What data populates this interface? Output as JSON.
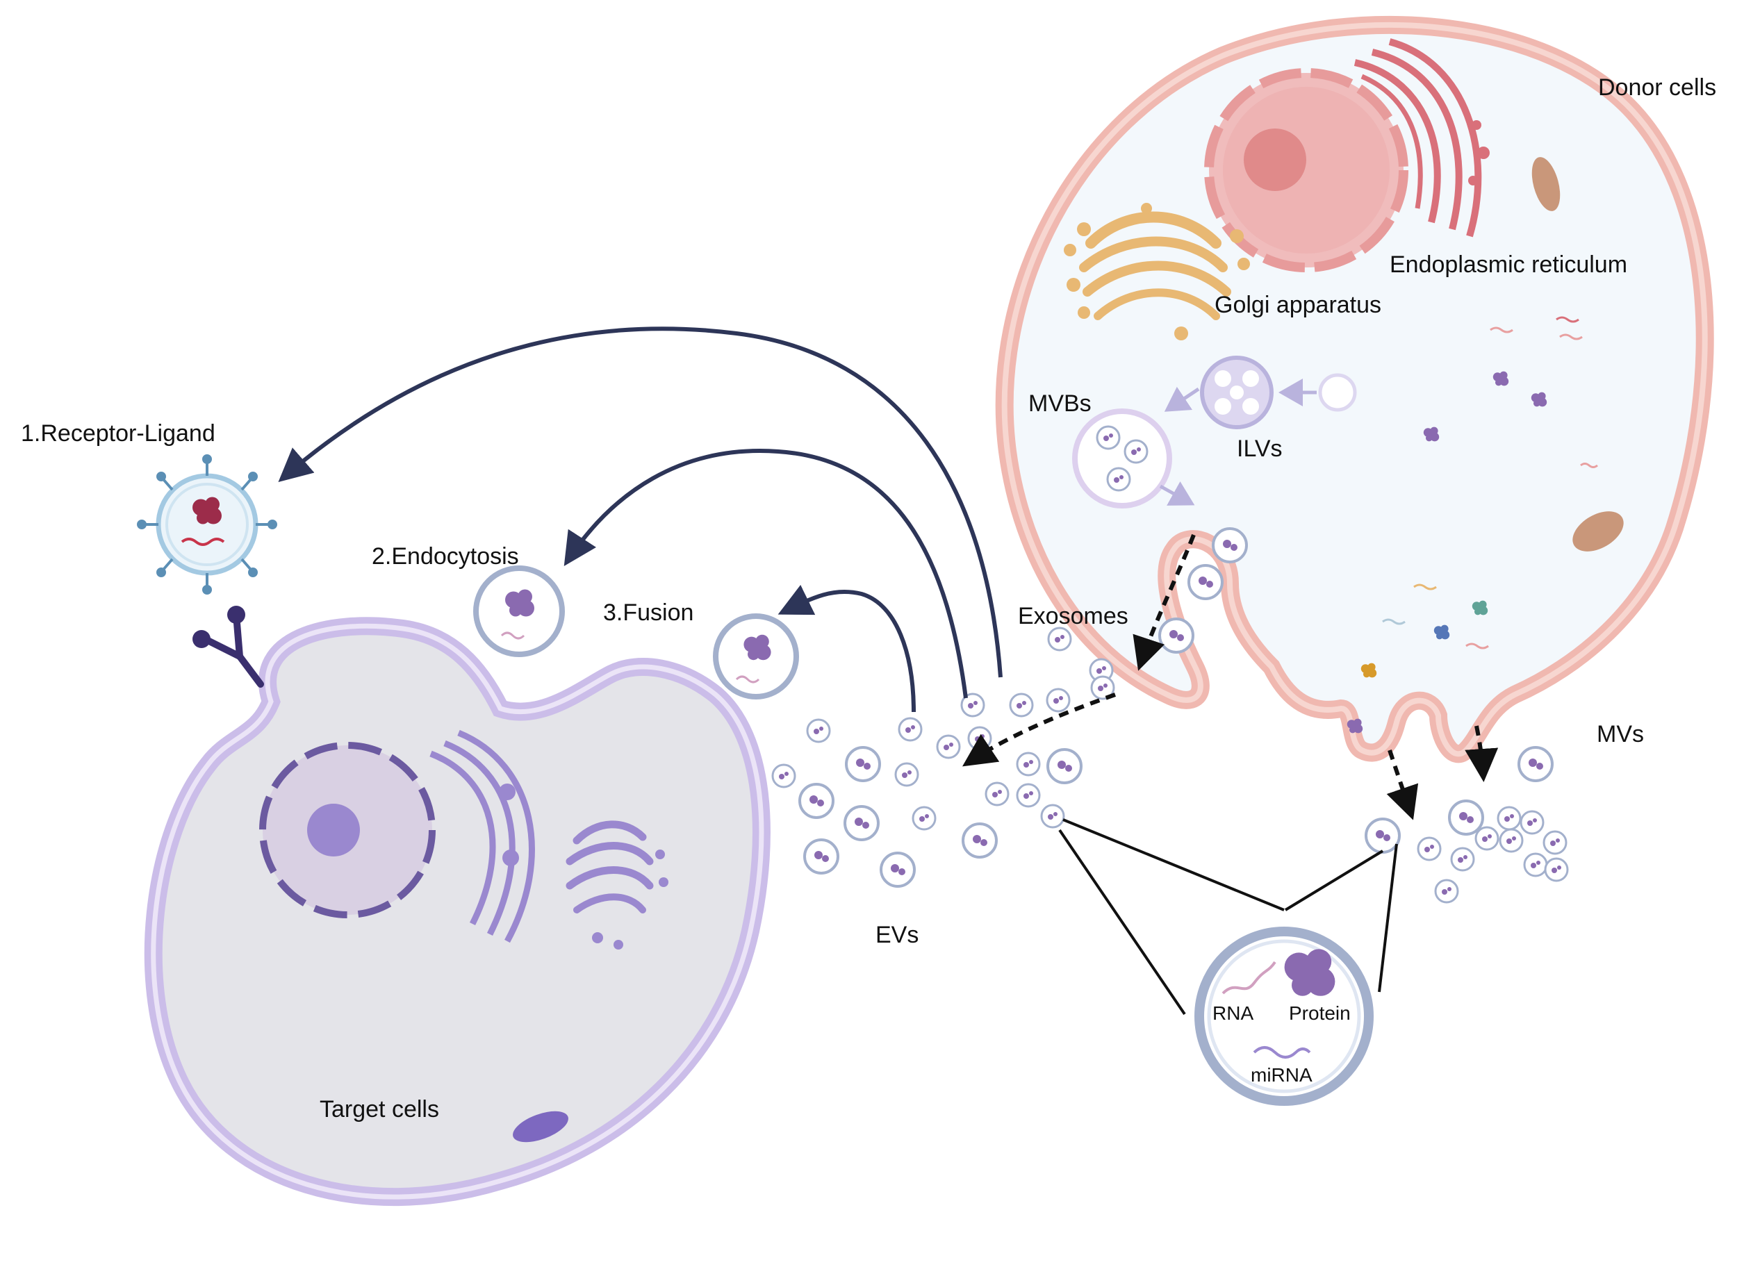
{
  "labels": {
    "donor_cells": "Donor cells",
    "endoplasmic_reticulum": "Endoplasmic reticulum",
    "golgi_apparatus": "Golgi apparatus",
    "mvbs": "MVBs",
    "ilvs": "ILVs",
    "exosomes": "Exosomes",
    "mvs": "MVs",
    "evs": "EVs",
    "receptor_ligand": "1.Receptor-Ligand",
    "endocytosis": "2.Endocytosis",
    "fusion": "3.Fusion",
    "target_cells": "Target cells",
    "rna": "RNA",
    "protein": "Protein",
    "mirna": "miRNA"
  },
  "colors": {
    "donor_membrane": "#f0b8b0",
    "donor_fill": "#f3f8fc",
    "donor_nucleus": "#e9a6a6",
    "er": "#d9707a",
    "golgi": "#e8b873",
    "target_membrane": "#cbbde9",
    "target_fill": "#e4e4e9",
    "target_nucleus": "#d3cbe0",
    "target_organelle": "#9a88cf",
    "cargo_protein": "#8a6ab0",
    "vesicle_ring": "#a3b0cc",
    "arrow": "#2d3558",
    "ilv_arrow": "#b9b3dd"
  }
}
